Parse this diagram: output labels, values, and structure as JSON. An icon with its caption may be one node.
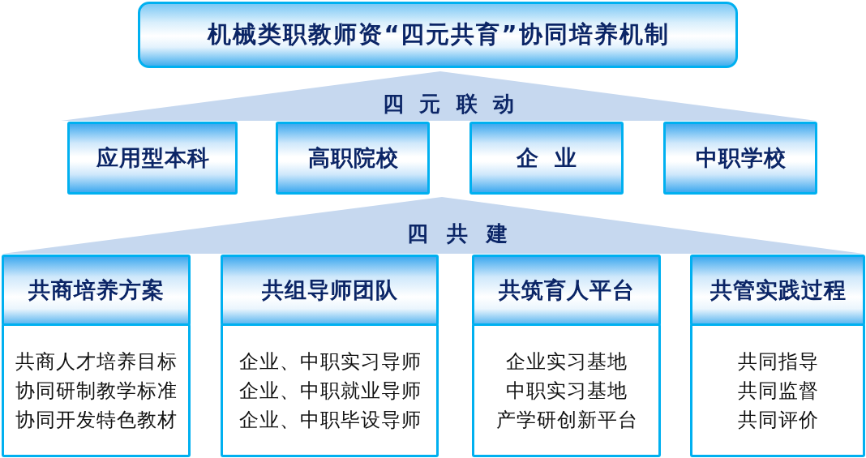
{
  "diagram": {
    "nodes": [
      {
        "text": [
          "机械类职教师资“四元共育”协同培养机制"
        ]
      },
      {
        "text": [
          "四元联动"
        ]
      },
      {
        "text": [
          "应用型本科"
        ]
      },
      {
        "text": [
          "高职院校"
        ]
      },
      {
        "text": [
          "企业"
        ]
      },
      {
        "text": [
          "中职学校"
        ]
      },
      {
        "text": [
          "四共建"
        ]
      },
      {
        "text": [
          "共商培养方案"
        ]
      },
      {
        "text": [
          "共商人才培养目标",
          "协同研制教学标准",
          "协同开发特色教材"
        ]
      },
      {
        "text": [
          "共组导师团队"
        ]
      },
      {
        "text": [
          "企业、中职实习导师",
          "企业、中职就业导师",
          "企业、中职毕设导师"
        ]
      },
      {
        "text": [
          "共筑育人平台"
        ]
      },
      {
        "text": [
          "企业实习基地",
          "中职实习基地",
          "产学研创新平台"
        ]
      },
      {
        "text": [
          "共管实践过程"
        ]
      },
      {
        "text": [
          "共同指导",
          "共同监督",
          "共同评价"
        ]
      }
    ]
  }
}
